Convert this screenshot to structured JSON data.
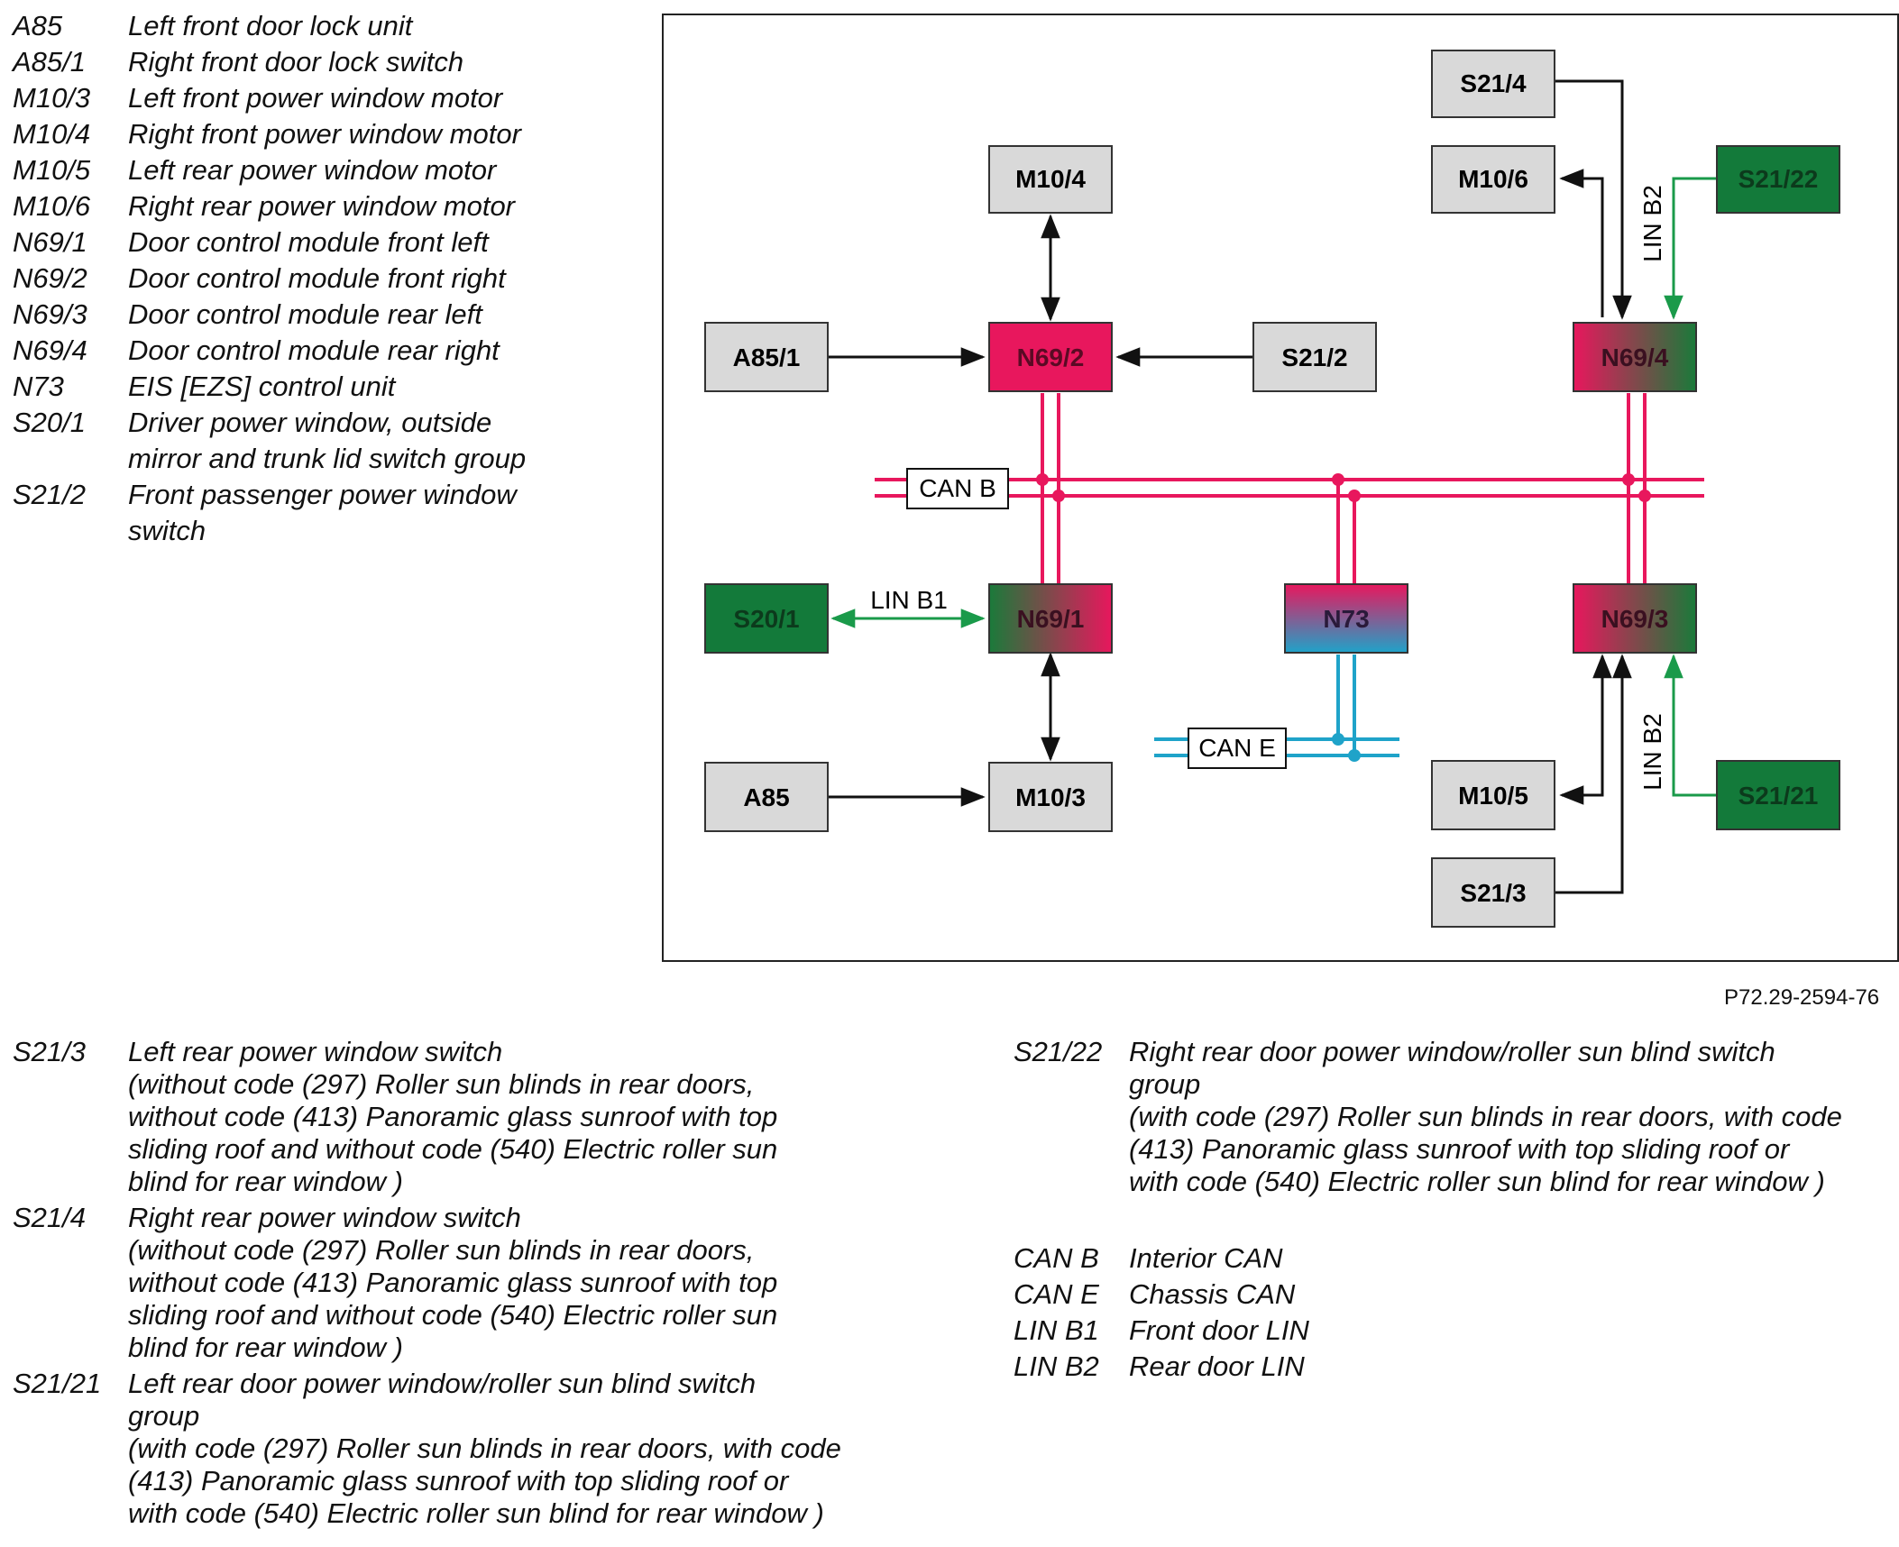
{
  "legend_top": [
    {
      "code": "A85",
      "desc": "Left front door lock unit"
    },
    {
      "code": "A85/1",
      "desc": "Right front door lock switch"
    },
    {
      "code": "M10/3",
      "desc": "Left front power window motor"
    },
    {
      "code": "M10/4",
      "desc": "Right front power window motor"
    },
    {
      "code": "M10/5",
      "desc": "Left rear power window motor"
    },
    {
      "code": "M10/6",
      "desc": "Right rear power window motor"
    },
    {
      "code": "N69/1",
      "desc": "Door control module front left"
    },
    {
      "code": "N69/2",
      "desc": "Door control module front right"
    },
    {
      "code": "N69/3",
      "desc": "Door control module rear left"
    },
    {
      "code": "N69/4",
      "desc": "Door control module rear right"
    },
    {
      "code": "N73",
      "desc": "EIS [EZS] control unit"
    },
    {
      "code": "S20/1",
      "desc": "Driver power window, outside\nmirror and trunk lid switch group"
    },
    {
      "code": "S21/2",
      "desc": "Front passenger power window\nswitch"
    }
  ],
  "legend_bottom_left": [
    {
      "code": "S21/3",
      "desc": "Left rear power window switch\n(without code (297) Roller sun blinds in rear doors,\nwithout code (413) Panoramic glass sunroof with top\nsliding roof and without code (540) Electric roller sun\nblind for rear window )"
    },
    {
      "code": "S21/4",
      "desc": "Right rear power window switch\n(without code (297) Roller sun blinds in rear doors,\nwithout code (413) Panoramic glass sunroof with top\nsliding roof and without code (540) Electric roller sun\nblind for rear window )"
    },
    {
      "code": "S21/21",
      "desc": "Left rear door power window/roller sun blind switch\ngroup\n(with code (297) Roller sun blinds in rear doors, with code\n(413) Panoramic glass sunroof with top sliding roof or\nwith code (540) Electric roller sun blind for rear window )"
    }
  ],
  "legend_bottom_right": [
    {
      "code": "S21/22",
      "desc": "Right rear door power window/roller sun blind switch\ngroup\n(with code (297) Roller sun blinds in rear doors, with code\n(413) Panoramic glass sunroof with top sliding roof or\nwith code (540) Electric roller sun blind for rear window )"
    }
  ],
  "legend_bus": [
    {
      "code": "CAN B",
      "desc": "Interior CAN"
    },
    {
      "code": "CAN E",
      "desc": "Chassis CAN"
    },
    {
      "code": "LIN B1",
      "desc": "Front door LIN"
    },
    {
      "code": "LIN B2",
      "desc": "Rear door LIN"
    }
  ],
  "figure_ref": "P72.29-2594-76",
  "diagram": {
    "boxes": {
      "s21_4": "S21/4",
      "m10_4": "M10/4",
      "m10_6": "M10/6",
      "s21_22": "S21/22",
      "a85_1": "A85/1",
      "n69_2": "N69/2",
      "s21_2": "S21/2",
      "n69_4": "N69/4",
      "s20_1": "S20/1",
      "n69_1": "N69/1",
      "n73": "N73",
      "n69_3": "N69/3",
      "a85": "A85",
      "m10_3": "M10/3",
      "m10_5": "M10/5",
      "s21_21": "S21/21",
      "s21_3": "S21/3"
    },
    "labels": {
      "can_b": "CAN B",
      "can_e": "CAN E",
      "lin_b1": "LIN B1",
      "lin_b2_top": "LIN B2",
      "lin_b2_bottom": "LIN B2"
    }
  },
  "colors": {
    "can_b": "#e8175d",
    "can_e": "#1fa3c9",
    "lin": "#1a9a4a",
    "grey_box": "#d9d9d9",
    "green_box": "#137a3a"
  }
}
